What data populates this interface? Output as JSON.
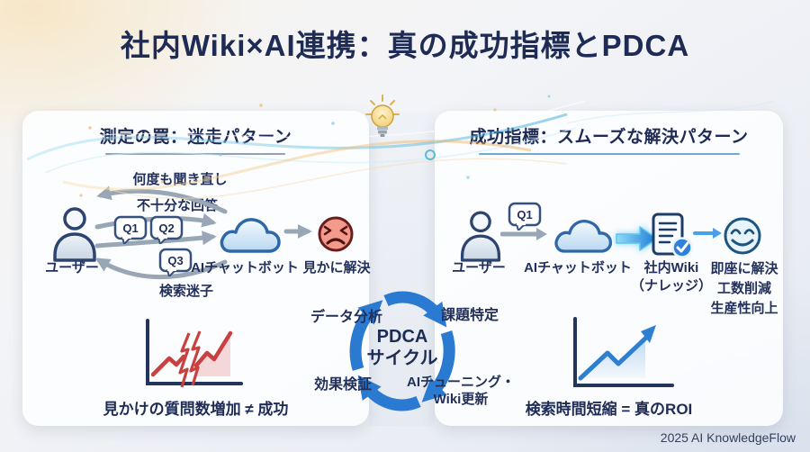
{
  "title": "社内Wiki×AI連携：真の成功指標とPDCA",
  "footer": "2025 AI KnowledgeFlow",
  "left_panel": {
    "header": "測定の罠：迷走パターン",
    "labels": {
      "user": "ユーザー",
      "retry": "何度も聞き直し",
      "insufficient": "不十分な回答",
      "lost": "検索迷子",
      "bot": "AIチャットボット",
      "result": "見かに解決"
    },
    "bubbles": [
      "Q1",
      "Q2",
      "Q3"
    ],
    "chart_caption": "見かけの質問数増加 ≠ 成功"
  },
  "right_panel": {
    "header": "成功指標：スムーズな解決パターン",
    "labels": {
      "user": "ユーザー",
      "bubble": "Q1",
      "bot": "AIチャットボット",
      "wiki_line1": "社内Wiki",
      "wiki_line2": "（ナレッジ）",
      "benefit1": "即座に解決",
      "benefit2": "工数削減",
      "benefit3": "生産性向上"
    },
    "chart_caption": "検索時間短縮 = 真のROI"
  },
  "pdca": {
    "center_line1": "PDCA",
    "center_line2": "サイクル",
    "data_analysis": "データ分析",
    "issue_identification": "課題特定",
    "effect_verification": "効果検証",
    "tuning_line1": "AIチューニング・",
    "tuning_line2": "Wiki更新"
  },
  "colors": {
    "title_text": "#1e2b55",
    "accent_blue": "#2b7ad2",
    "alert_red": "#c94040",
    "underline_left": "#93a1b0",
    "underline_right": "#74a8cc"
  }
}
